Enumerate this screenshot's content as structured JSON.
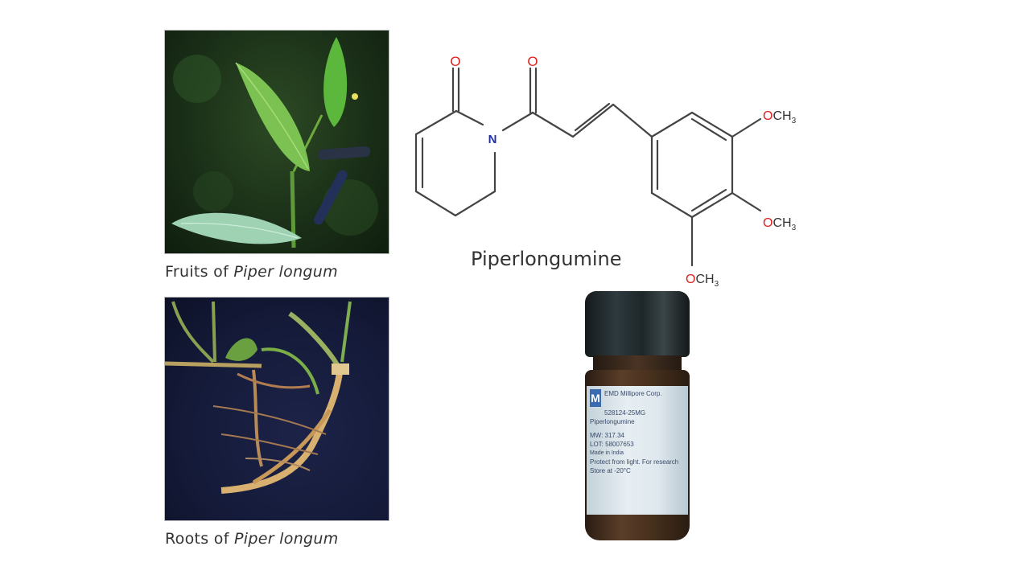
{
  "figure": {
    "panels": [
      {
        "id": "fruits",
        "caption_prefix": "Fruits of ",
        "caption_italic": "Piper longum",
        "description": "Photo of Piper longum plant with green leaves and dark elongated fruit spikes"
      },
      {
        "id": "roots",
        "caption_prefix": "Roots of ",
        "caption_italic": "Piper longum",
        "description": "Photo of Piper longum roots on dark blue background"
      }
    ],
    "structure": {
      "name": "Piperlongumine",
      "atoms": {
        "o1": "O",
        "o2": "O",
        "n": "N",
        "sub1": "OCH3",
        "sub2": "OCH3",
        "sub3": "OCH3",
        "o_label": "O",
        "ch3_label": "CH",
        "ch3_sub": "3"
      },
      "colors": {
        "oxygen": "#e02020",
        "nitrogen": "#2030a0",
        "bond": "#444444"
      }
    },
    "vial": {
      "brand_logo": "M",
      "label_lines": [
        "EMD Millipore Corp.",
        "528124-25MG",
        "Piperlongumine",
        "MW: 317.34",
        "LOT: 58007653",
        "Made in India",
        "Protect from light. For research",
        "Store at -20°C"
      ]
    }
  }
}
